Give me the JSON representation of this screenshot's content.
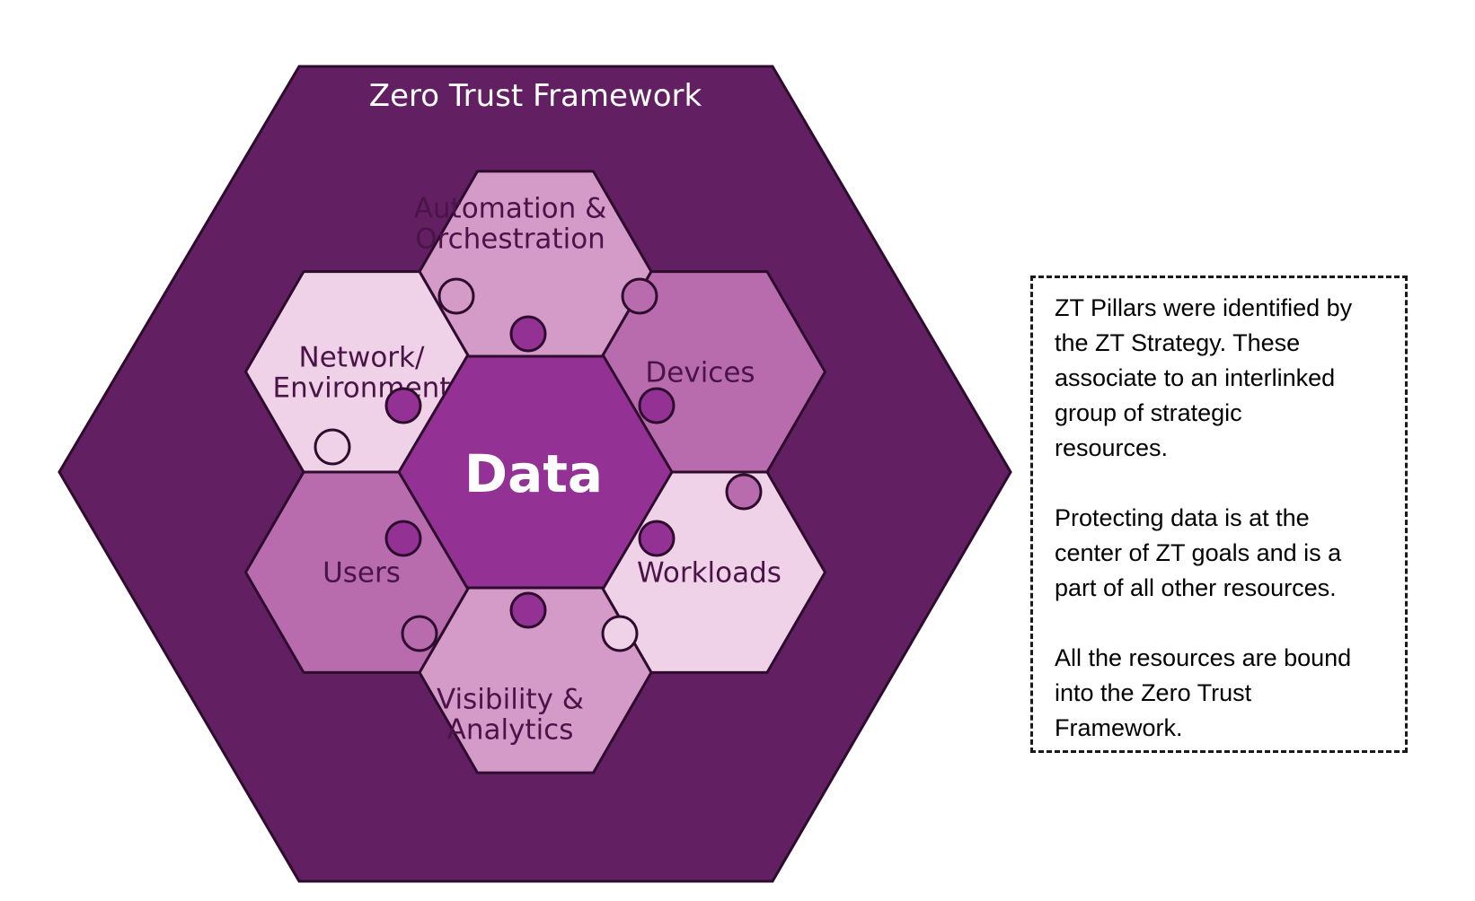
{
  "framework": {
    "title": "Zero Trust Framework",
    "center_label": "Data",
    "pillars": [
      {
        "id": "automation",
        "lines": [
          "Automation &",
          "Orchestration"
        ],
        "color": "#d49bc9"
      },
      {
        "id": "devices",
        "lines": [
          "Devices"
        ],
        "color": "#b86cae"
      },
      {
        "id": "workloads",
        "lines": [
          "Workloads"
        ],
        "color": "#f0d2e8"
      },
      {
        "id": "visibility",
        "lines": [
          "Visibility &",
          "Analytics"
        ],
        "color": "#d49bc9"
      },
      {
        "id": "users",
        "lines": [
          "Users"
        ],
        "color": "#b86cae"
      },
      {
        "id": "network",
        "lines": [
          "Network/",
          "Environment"
        ],
        "color": "#f0d2e8"
      }
    ],
    "colors": {
      "outer": "#622062",
      "center": "#933195",
      "piece_text": "#4a1448",
      "title_text": "#ffffff"
    }
  },
  "note": {
    "paragraphs": [
      "ZT Pillars were identified by\nthe ZT Strategy. These\nassociate to an interlinked\ngroup of  strategic\nresources.",
      "Protecting data is at the\ncenter of ZT goals and is a\npart of all other resources.",
      "All the resources are bound\ninto the Zero Trust\nFramework."
    ]
  }
}
